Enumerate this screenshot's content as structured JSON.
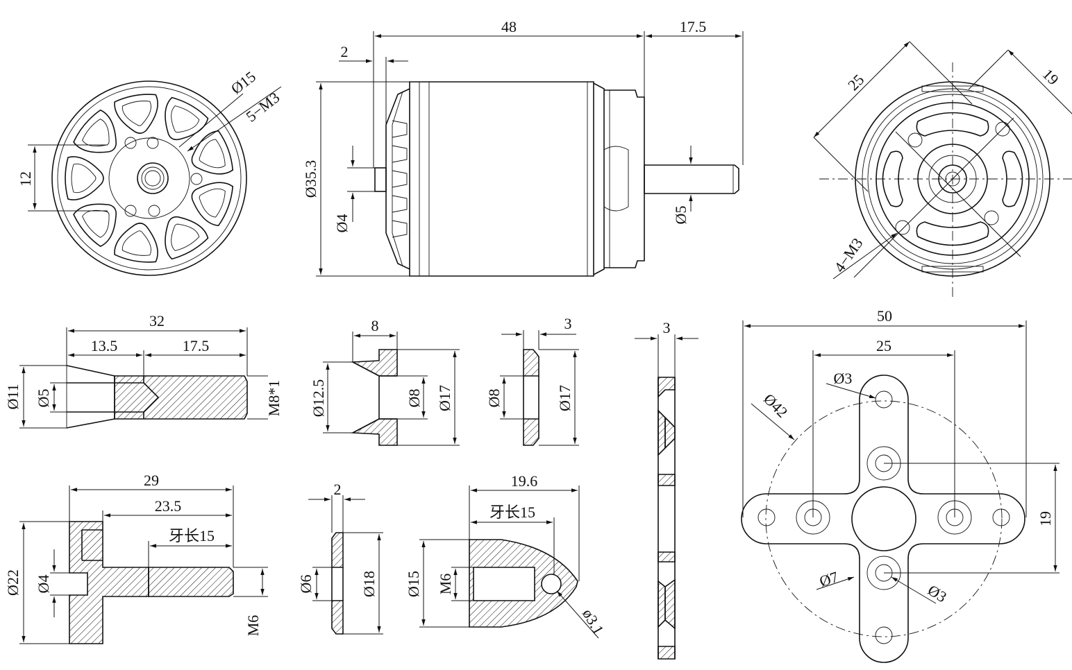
{
  "colors": {
    "ink": "#111111",
    "paper": "#ffffff"
  },
  "views": {
    "motor_front": {
      "d15": "Ø15",
      "m3_5": "5−M3",
      "h12": "12"
    },
    "motor_side": {
      "len48": "48",
      "shaft17_5": "17.5",
      "flange2": "2",
      "d35_3": "Ø35.3",
      "d4": "Ø4",
      "d5": "Ø5"
    },
    "motor_rear": {
      "c25": "25",
      "c19": "19",
      "m3_4": "4−M3"
    },
    "collet": {
      "len32": "32",
      "len13_5": "13.5",
      "len17_5": "17.5",
      "d11": "Ø11",
      "d5": "Ø5",
      "m8": "M8*1"
    },
    "cone_washer": {
      "w8": "8",
      "d12_5": "Ø12.5",
      "d8": "Ø8",
      "d17": "Ø17"
    },
    "flat_washer": {
      "w3": "3",
      "d8": "Ø8",
      "d17": "Ø17"
    },
    "plate_section": {
      "w3": "3"
    },
    "mount_plate": {
      "w50": "50",
      "w25": "25",
      "d3a": "Ø3",
      "d42": "Ø42",
      "h19": "19",
      "d7": "Ø7",
      "d3b": "Ø3"
    },
    "adapter": {
      "len29": "29",
      "len23_5": "23.5",
      "thread15": "牙长15",
      "d22": "Ø22",
      "d4": "Ø4",
      "m6": "M6"
    },
    "nut_washer": {
      "w2": "2",
      "d6": "Ø6",
      "d18": "Ø18"
    },
    "spinner_nut": {
      "len19_6": "19.6",
      "thread15": "牙长15",
      "d15": "Ø15",
      "m6": "M6",
      "d3_1": "ø3.1"
    }
  }
}
